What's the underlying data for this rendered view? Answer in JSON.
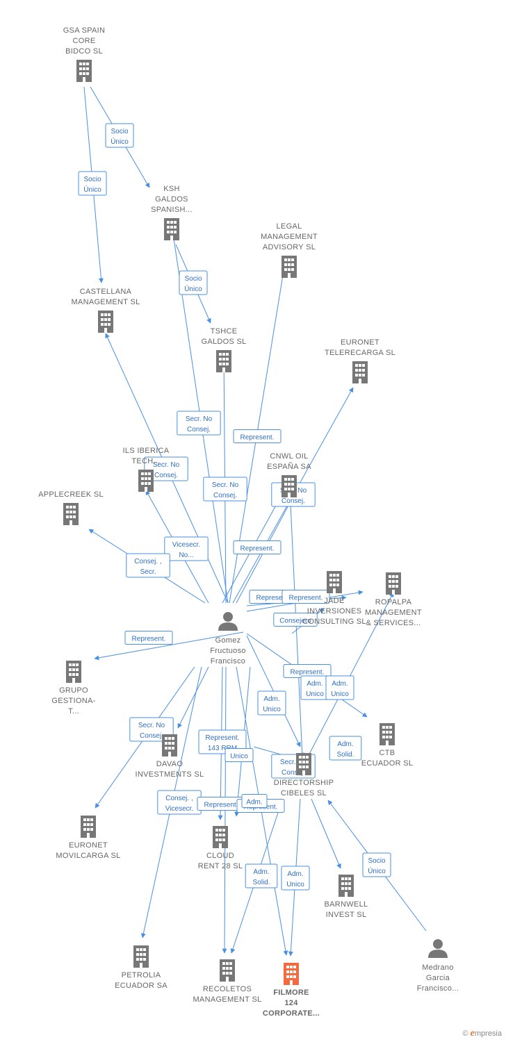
{
  "colors": {
    "edge": "#4a8fe0",
    "company": "#777777",
    "highlight": "#f26a3d",
    "person": "#777777"
  },
  "nodes": [
    {
      "id": "gsa",
      "kind": "company",
      "lines": [
        "GSA SPAIN",
        "CORE",
        "BIDCO  SL"
      ]
    },
    {
      "id": "ksh",
      "kind": "company",
      "lines": [
        "KSH",
        "GALDOS",
        "SPANISH..."
      ]
    },
    {
      "id": "legal",
      "kind": "company",
      "lines": [
        "LEGAL",
        "MANAGEMENT",
        "ADVISORY  SL"
      ]
    },
    {
      "id": "castellana",
      "kind": "company",
      "lines": [
        "CASTELLANA",
        "MANAGEMENT SL"
      ]
    },
    {
      "id": "tshce",
      "kind": "company",
      "lines": [
        "TSHCE",
        "GALDOS  SL"
      ]
    },
    {
      "id": "euronet_tele",
      "kind": "company",
      "lines": [
        "EURONET",
        "TELERECARGA SL"
      ]
    },
    {
      "id": "ils",
      "kind": "company",
      "lines": [
        "ILS IBERICA",
        "TECH..."
      ]
    },
    {
      "id": "cnwl",
      "kind": "company",
      "lines": [
        "CNWL OIL",
        "ESPAÑA SA"
      ]
    },
    {
      "id": "applecreek",
      "kind": "company",
      "lines": [
        "APPLECREEK SL"
      ]
    },
    {
      "id": "jade",
      "kind": "company",
      "lines": [
        "JADE",
        "INVERSIONES",
        "CONSULTING SL"
      ]
    },
    {
      "id": "ropalpa",
      "kind": "company",
      "lines": [
        "ROPALPA",
        "MANAGEMENT",
        "& SERVICES..."
      ]
    },
    {
      "id": "gomez",
      "kind": "person",
      "lines": [
        "Gomez",
        "Fructuoso",
        "Francisco"
      ]
    },
    {
      "id": "grupo",
      "kind": "company",
      "lines": [
        "GRUPO",
        "GESTIONA-",
        "T..."
      ]
    },
    {
      "id": "ctb",
      "kind": "company",
      "lines": [
        "CTB",
        "ECUADOR  SL"
      ]
    },
    {
      "id": "davao",
      "kind": "company",
      "lines": [
        "DAVAO",
        "INVESTMENTS SL"
      ]
    },
    {
      "id": "directorship",
      "kind": "company",
      "lines": [
        "DIRECTORSHIP",
        "CIBELES SL"
      ]
    },
    {
      "id": "euronet_movil",
      "kind": "company",
      "lines": [
        "EURONET",
        "MOVILCARGA SL"
      ]
    },
    {
      "id": "cloud",
      "kind": "company",
      "lines": [
        "CLOUD",
        "RENT 28  SL"
      ]
    },
    {
      "id": "barnwell",
      "kind": "company",
      "lines": [
        "BARNWELL",
        "INVEST  SL"
      ]
    },
    {
      "id": "medrano",
      "kind": "person",
      "lines": [
        "Medrano",
        "Garcia",
        "Francisco..."
      ]
    },
    {
      "id": "petrolia",
      "kind": "company",
      "lines": [
        "PETROLIA",
        "ECUADOR SA"
      ]
    },
    {
      "id": "recoletos",
      "kind": "company",
      "lines": [
        "RECOLETOS",
        "MANAGEMENT SL"
      ]
    },
    {
      "id": "filmore",
      "kind": "highlight",
      "lines": [
        "FILMORE",
        "124",
        "CORPORATE..."
      ]
    }
  ],
  "edge_labels": [
    [
      "Socio",
      "Único"
    ],
    [
      "Socio",
      "Único"
    ],
    [
      "Socio",
      "Único"
    ],
    [
      "Secr.  No",
      "Consej."
    ],
    [
      "Represent."
    ],
    [
      "Secr.  No",
      "Consej."
    ],
    [
      "Secr.  No",
      "Consej."
    ],
    [
      "Secr.  No",
      "Consej."
    ],
    [
      "Vicesecr.",
      "No..."
    ],
    [
      "Consej. ,",
      "Secr."
    ],
    [
      "Represent."
    ],
    [
      "Represent."
    ],
    [
      "Represent."
    ],
    [
      "Consejero"
    ],
    [
      "Represent."
    ],
    [
      "Represent."
    ],
    [
      "Adm.",
      "Unico"
    ],
    [
      "Adm.",
      "Unico"
    ],
    [
      "Adm.",
      "Unico"
    ],
    [
      "Secr.  No",
      "Consej."
    ],
    [
      "Represent.",
      "143 RRM"
    ],
    [
      "Unico"
    ],
    [
      "Adm.",
      "Solid."
    ],
    [
      "Secr.  No",
      "Consej."
    ],
    [
      "Consej. ,",
      "Vicesecr."
    ],
    [
      "Represent."
    ],
    [
      "Represent."
    ],
    [
      "Adm."
    ],
    [
      "Adm.",
      "Solid."
    ],
    [
      "Adm.",
      "Unico"
    ],
    [
      "Socio",
      "Único"
    ]
  ],
  "brand": {
    "copyright": "©",
    "name": "mpresia",
    "initial": "e"
  }
}
